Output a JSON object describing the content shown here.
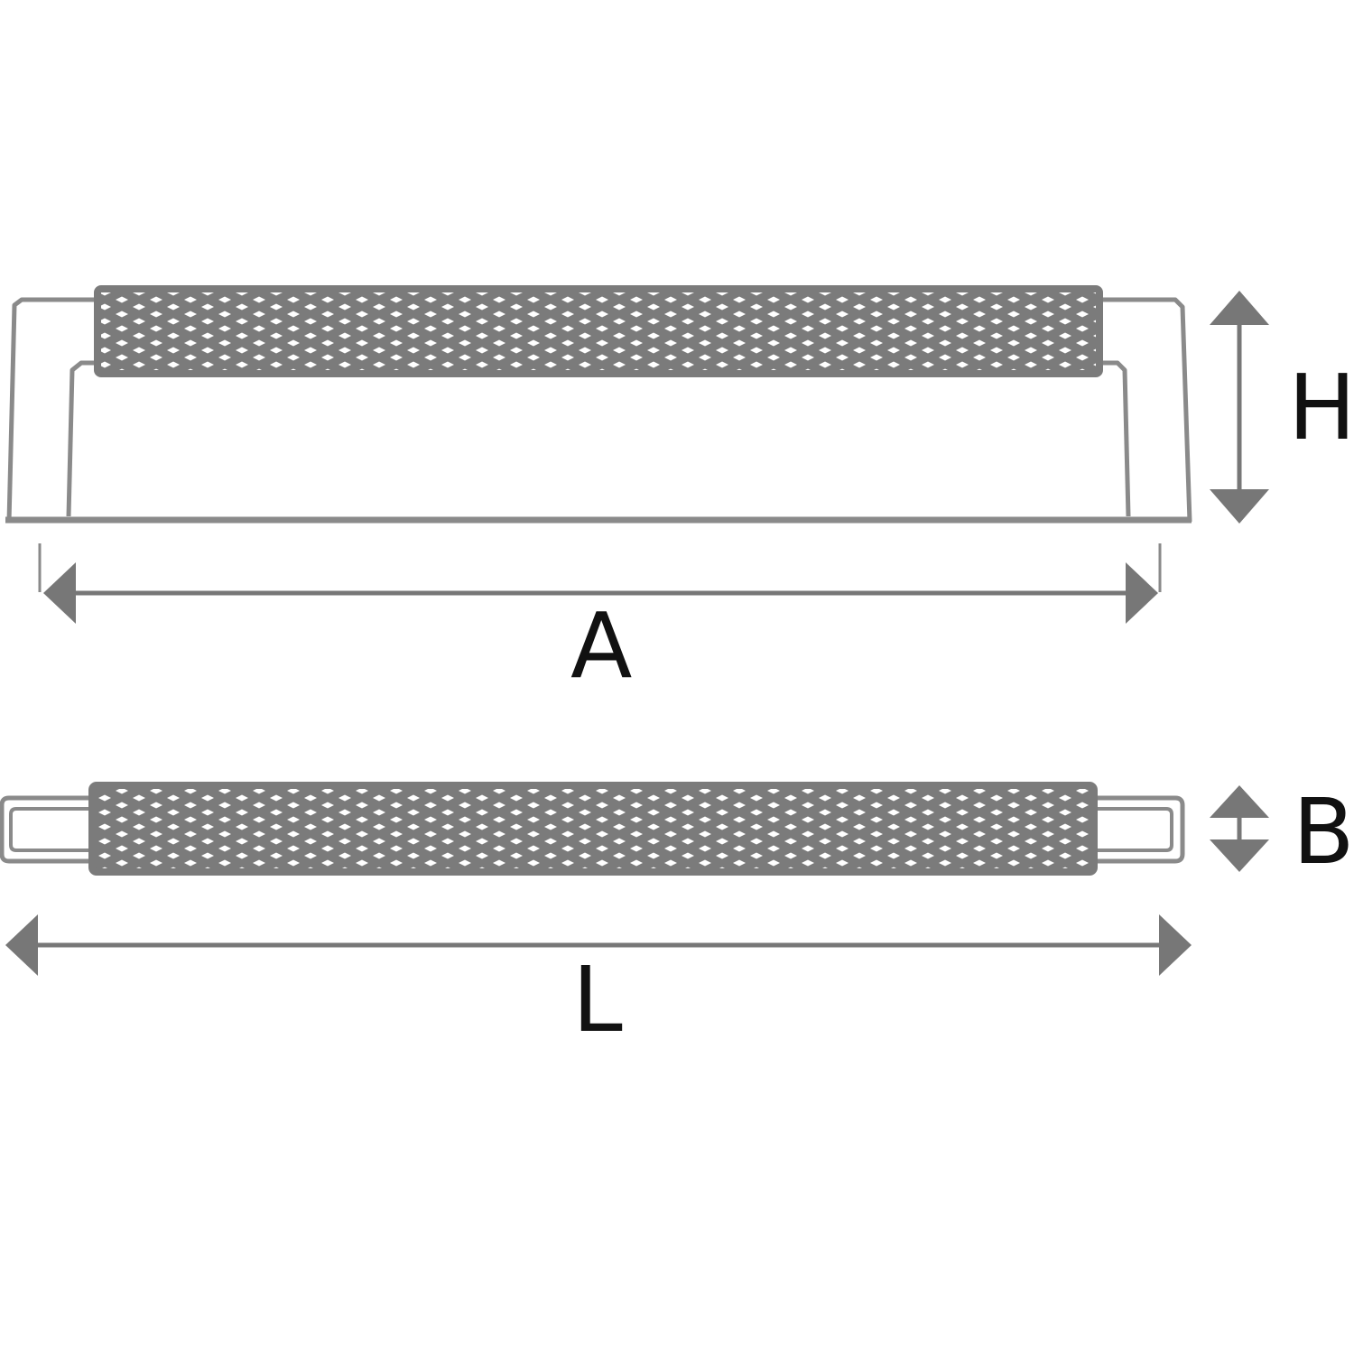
{
  "dimensions": {
    "a_label": "A",
    "h_label": "H",
    "b_label": "B",
    "l_label": "L"
  },
  "colors": {
    "outline": "#8a8a8a",
    "grip_fill": "#7b7b7b",
    "knurl_cut": "#ffffff",
    "arrow": "#777777",
    "text": "#111111"
  }
}
